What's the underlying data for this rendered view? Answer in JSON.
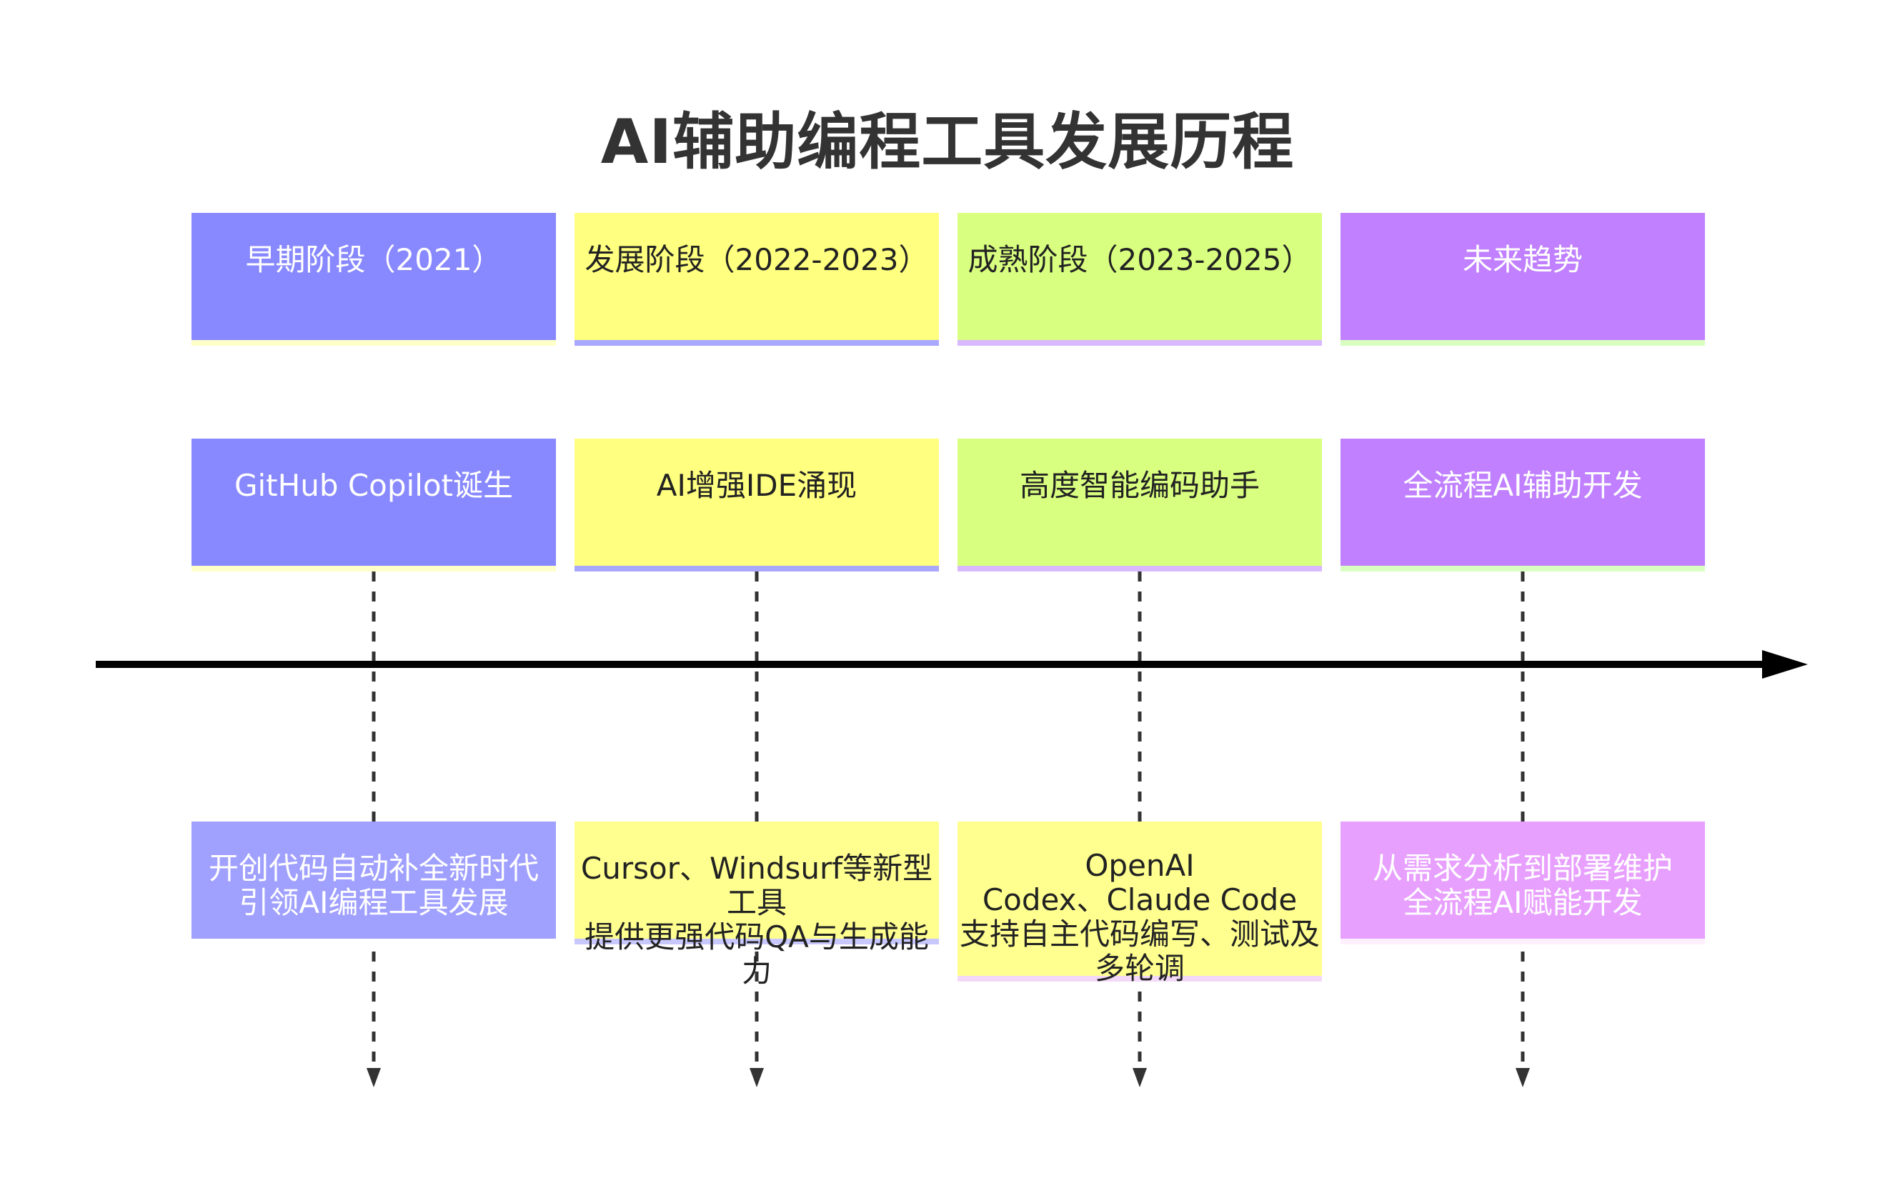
{
  "title": "AI辅助编程工具发展历程",
  "colors": {
    "phase1": "#8888ff",
    "phase2": "#ffff80",
    "phase3": "#d9ff80",
    "phase4": "#c080ff",
    "desc1": "#a0a0ff",
    "desc2": "#ffff90",
    "desc3": "#ffff90",
    "desc4": "#e8a0ff",
    "axis": "#000000",
    "connector": "#333333"
  },
  "phases": [
    {
      "period": "早期阶段（2021）",
      "event": "GitHub Copilot诞生",
      "description": "开创代码自动补全新时代\n引领AI编程工具发展"
    },
    {
      "period": "发展阶段（2022-2023）",
      "event": "AI增强IDE涌现",
      "description": "Cursor、Windsurf等新型工具\n提供更强代码QA与生成能力"
    },
    {
      "period": "成熟阶段（2023-2025）",
      "event": "高度智能编码助手",
      "description": "OpenAI\nCodex、Claude Code\n支持自主代码编写、测试及多轮调"
    },
    {
      "period": "未来趋势",
      "event": "全流程AI辅助开发",
      "description": "从需求分析到部署维护\n全流程AI赋能开发"
    }
  ]
}
